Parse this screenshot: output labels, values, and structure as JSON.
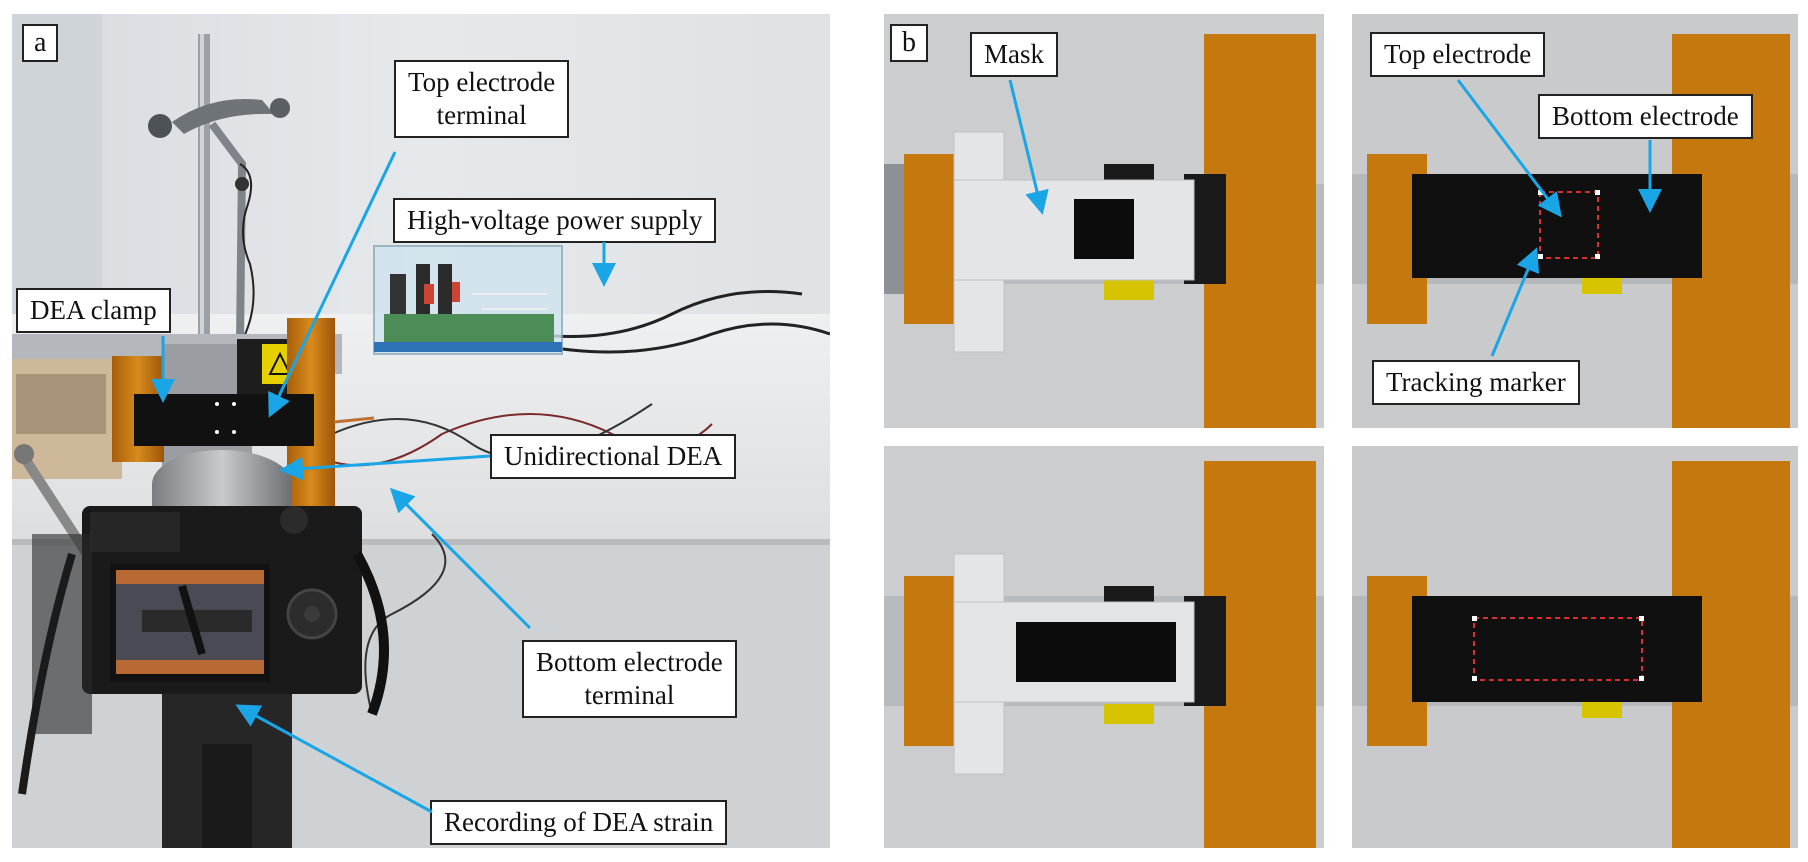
{
  "panel_a": {
    "letter": "a",
    "labels": {
      "top_terminal": [
        "Top electrode",
        "terminal"
      ],
      "power_supply": "High-voltage power supply",
      "clamp": "DEA clamp",
      "dea": "Unidirectional DEA",
      "bottom_terminal": [
        "Bottom electrode",
        "terminal"
      ],
      "recording": "Recording of DEA strain"
    }
  },
  "panel_b": {
    "letter": "b",
    "labels": {
      "mask": "Mask",
      "top_electrode": "Top electrode",
      "bottom_electrode": "Bottom electrode",
      "tracking_marker": "Tracking marker"
    }
  },
  "colors": {
    "arrow": "#1aa6e6",
    "kapton": "#c8780f",
    "marker": "#d83030",
    "electrode": "#111111",
    "background": "#ffffff"
  }
}
